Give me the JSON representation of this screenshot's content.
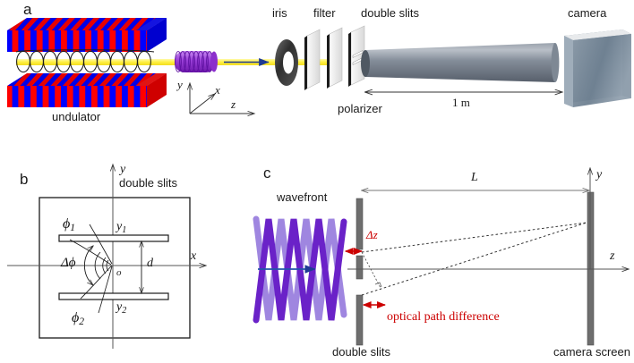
{
  "figure": {
    "panels": [
      {
        "id": "a",
        "letter": "a"
      },
      {
        "id": "b",
        "letter": "b"
      },
      {
        "id": "c",
        "letter": "c"
      }
    ]
  },
  "panel_a": {
    "letter": "a",
    "labels": {
      "undulator": "undulator",
      "iris": "iris",
      "filter": "filter",
      "polarizer": "polarizer",
      "double_slits": "double slits",
      "camera": "camera",
      "distance": "1 m"
    },
    "axes": {
      "x": "x",
      "y": "y",
      "z": "z"
    },
    "colors": {
      "magnet_north": "#ff0000",
      "magnet_south": "#0000ff",
      "beam": "#ffef44",
      "photon_bunch": "#9a3fd8",
      "arrow": "#1f3a93",
      "optic_dark": "#3d3d3d",
      "optic_light": "#e9e9e9",
      "tube": "#6e7885",
      "camera_body": "#6a7b8c"
    }
  },
  "panel_b": {
    "letter": "b",
    "labels": {
      "double_slits": "double slits",
      "x_axis": "x",
      "y_axis": "y",
      "origin": "o",
      "slit_sep": "d",
      "phi1": "ϕ",
      "phi1_sub": "1",
      "phi2": "ϕ",
      "phi2_sub": "2",
      "delta_phi": "Δϕ",
      "y1": "y",
      "y1_sub": "1",
      "y2": "y",
      "y2_sub": "2"
    }
  },
  "panel_c": {
    "letter": "c",
    "labels": {
      "wavefront": "wavefront",
      "double_slits": "double slits",
      "camera_screen": "camera screen",
      "L": "L",
      "delta_z": "Δz",
      "opd": "optical path difference",
      "y_axis": "y",
      "z_axis": "z"
    },
    "colors": {
      "wave_dark": "#6a22c8",
      "wave_light": "#9f86e0",
      "slit_bar": "#6e6e6e",
      "accent_red": "#cc0000",
      "prop_arrow": "#2255aa"
    }
  }
}
